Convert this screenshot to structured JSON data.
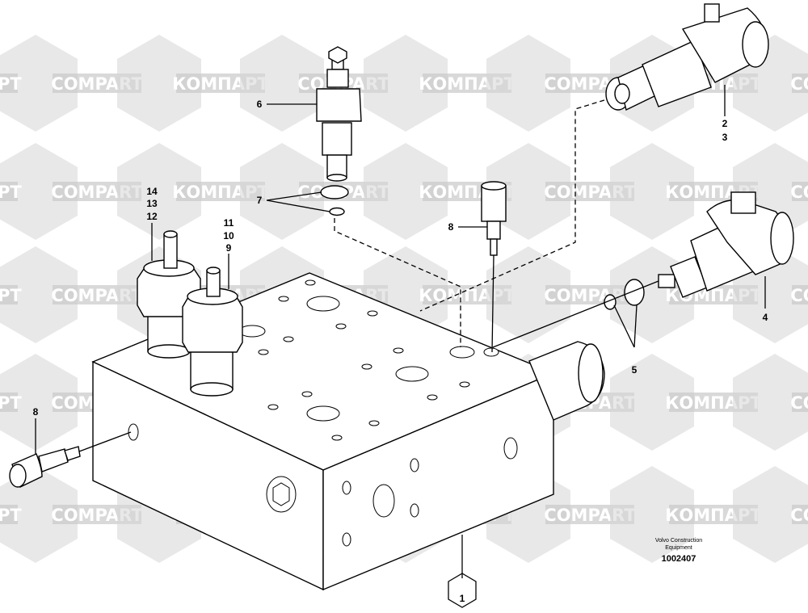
{
  "watermark": {
    "latin": "COMPART",
    "cyrillic": "КОМПАРТ"
  },
  "callouts": {
    "block": "1",
    "solenoid_upper_a": "2",
    "solenoid_upper_b": "3",
    "solenoid_right": "4",
    "orings_right": "5",
    "relief_valve": "6",
    "orings_left": "7",
    "plug_top": "8",
    "plug_left": "8",
    "stack_right_a": "11",
    "stack_right_b": "10",
    "stack_right_c": "9",
    "stack_left_a": "14",
    "stack_left_b": "13",
    "stack_left_c": "12"
  },
  "credit": {
    "line1": "Volvo Construction",
    "line2": "Equipment",
    "doc_number": "1002407"
  }
}
